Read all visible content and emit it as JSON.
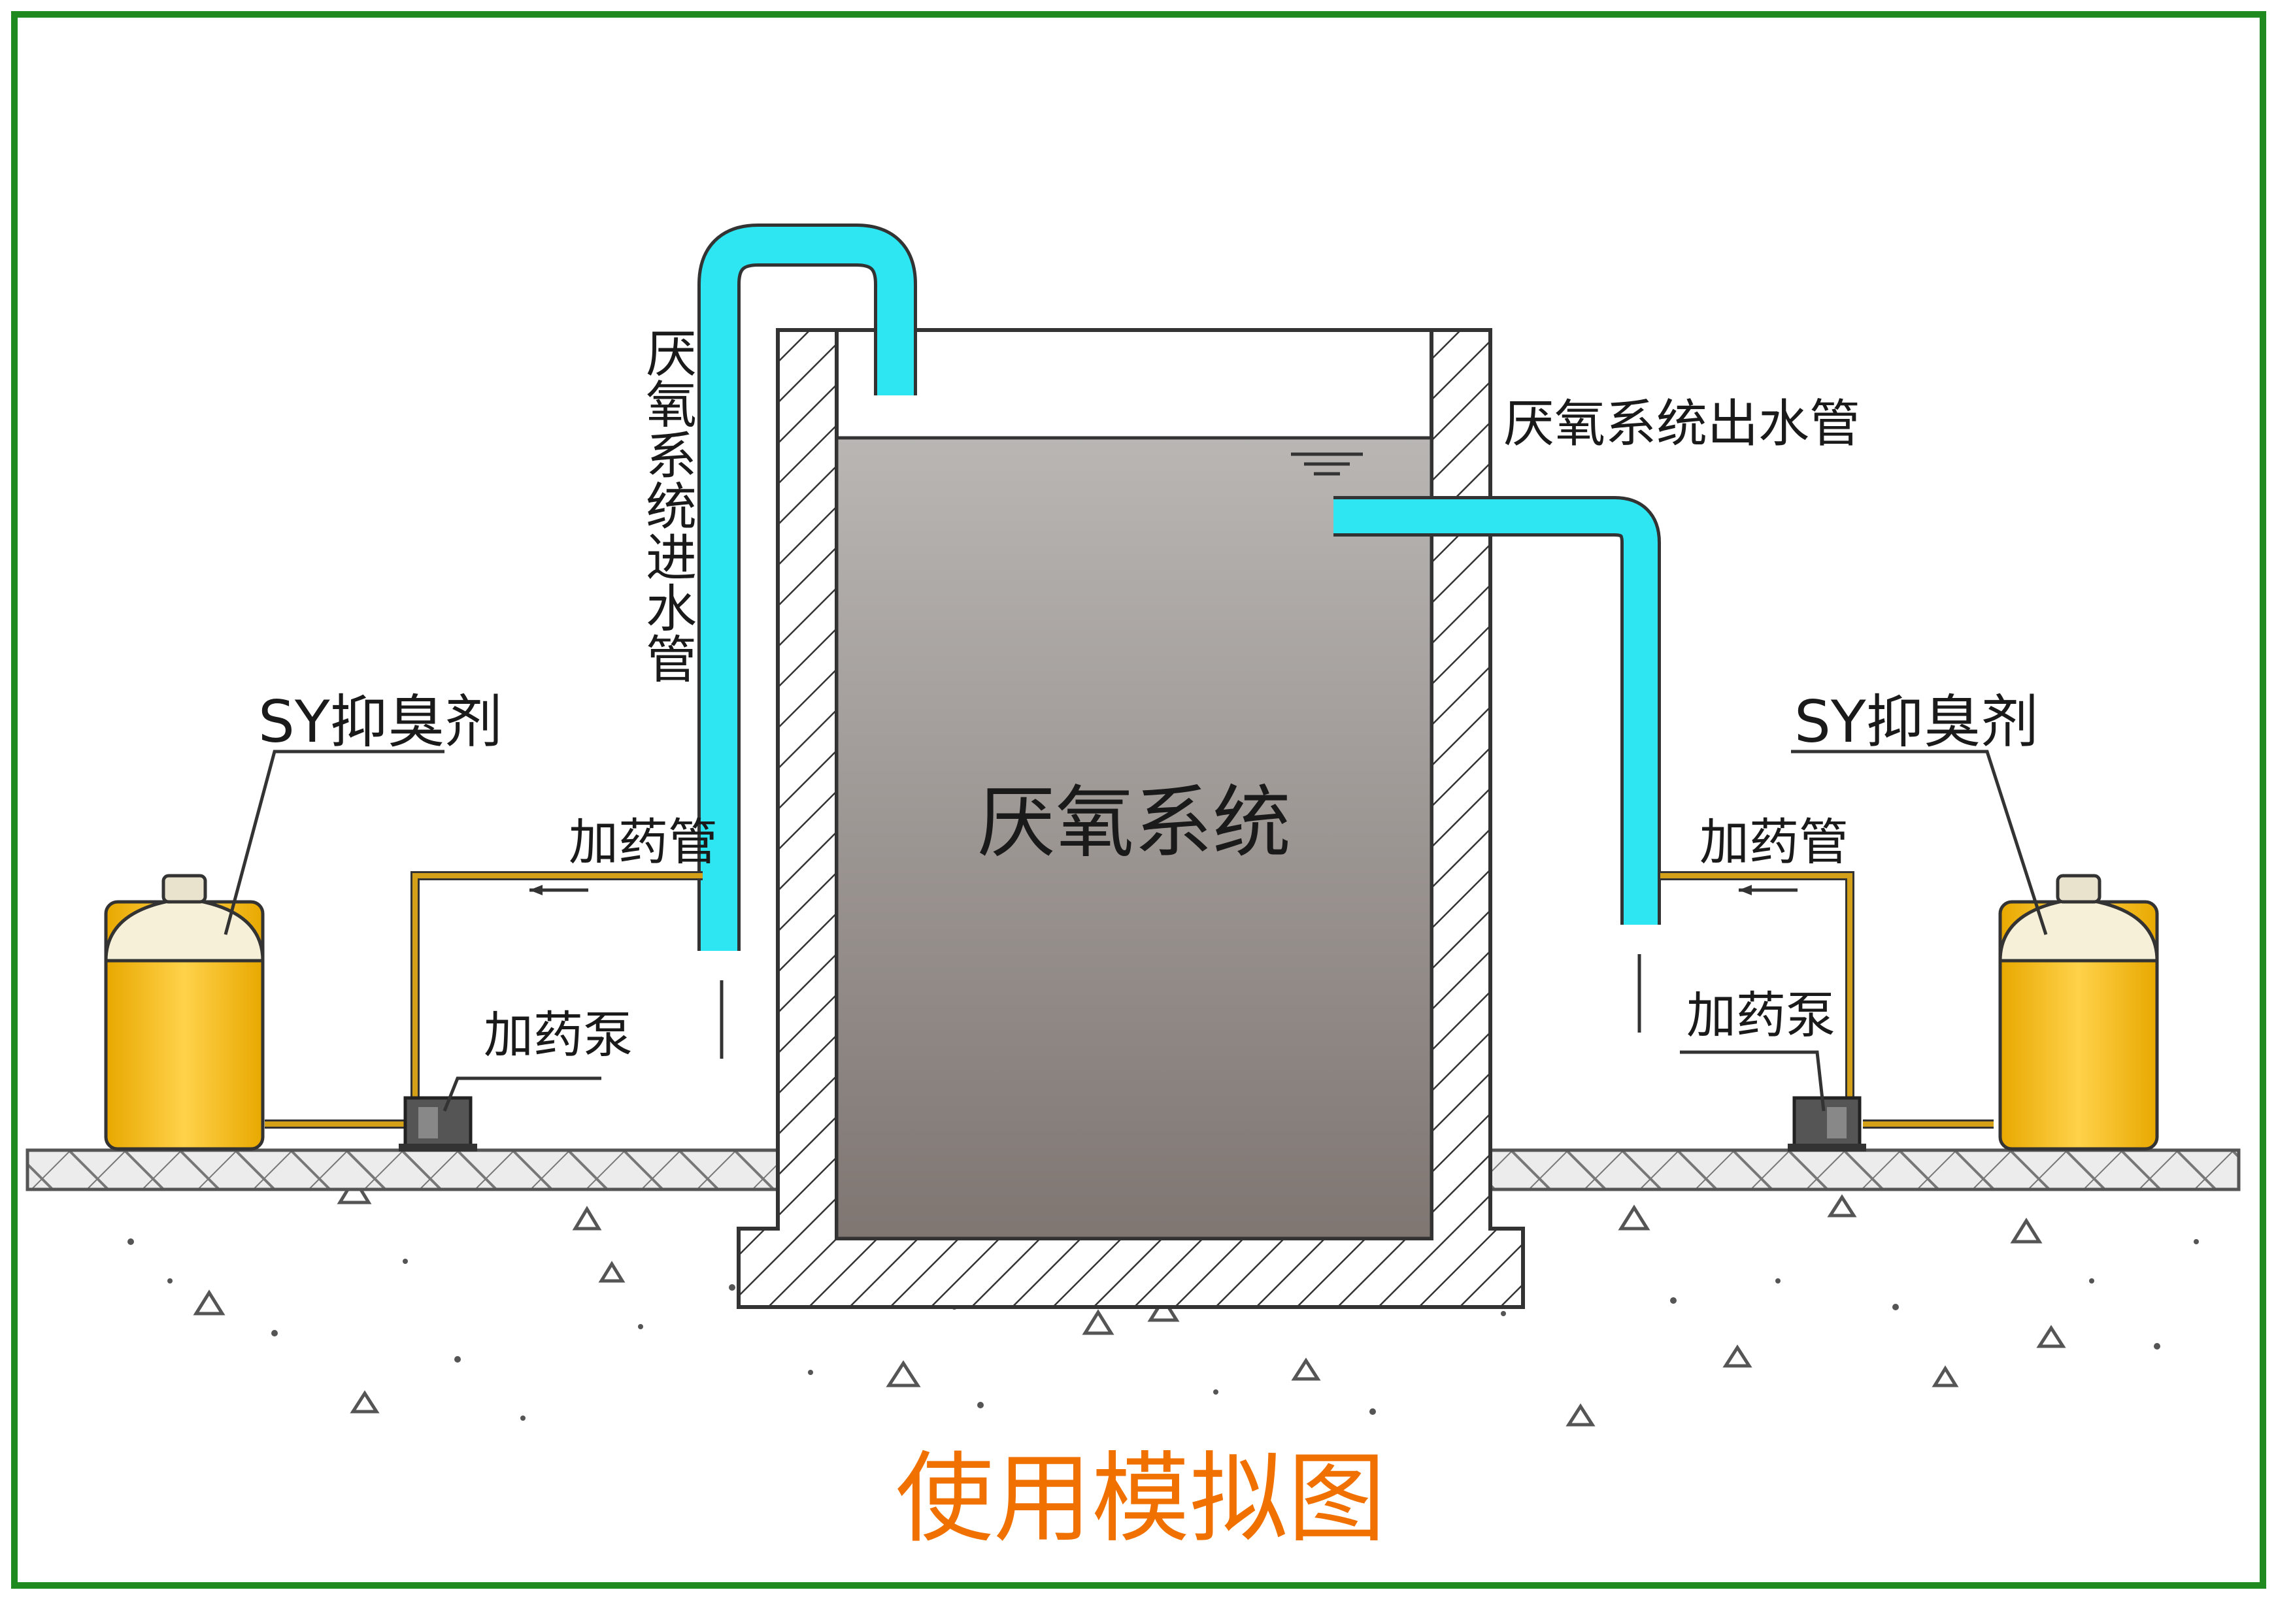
{
  "diagram": {
    "tank_label": "厌氧系统",
    "inlet_pipe_label": "厌氧系统进水管",
    "outlet_pipe_label": "厌氧系统出水管",
    "left_unit": {
      "tank_label": "SY抑臭剂",
      "dosing_pipe_label": "加药管",
      "pump_label": "加药泵"
    },
    "right_unit": {
      "tank_label": "SY抑臭剂",
      "dosing_pipe_label": "加药管",
      "pump_label": "加药泵"
    },
    "caption": "使用模拟图"
  },
  "colors": {
    "frame": "#1f8a1f",
    "pipe": "#2ee6f2",
    "chemical": "#f5b800",
    "dosing_line": "#d4a017",
    "tank_fill": "#8f8782",
    "caption": "#f07000"
  }
}
